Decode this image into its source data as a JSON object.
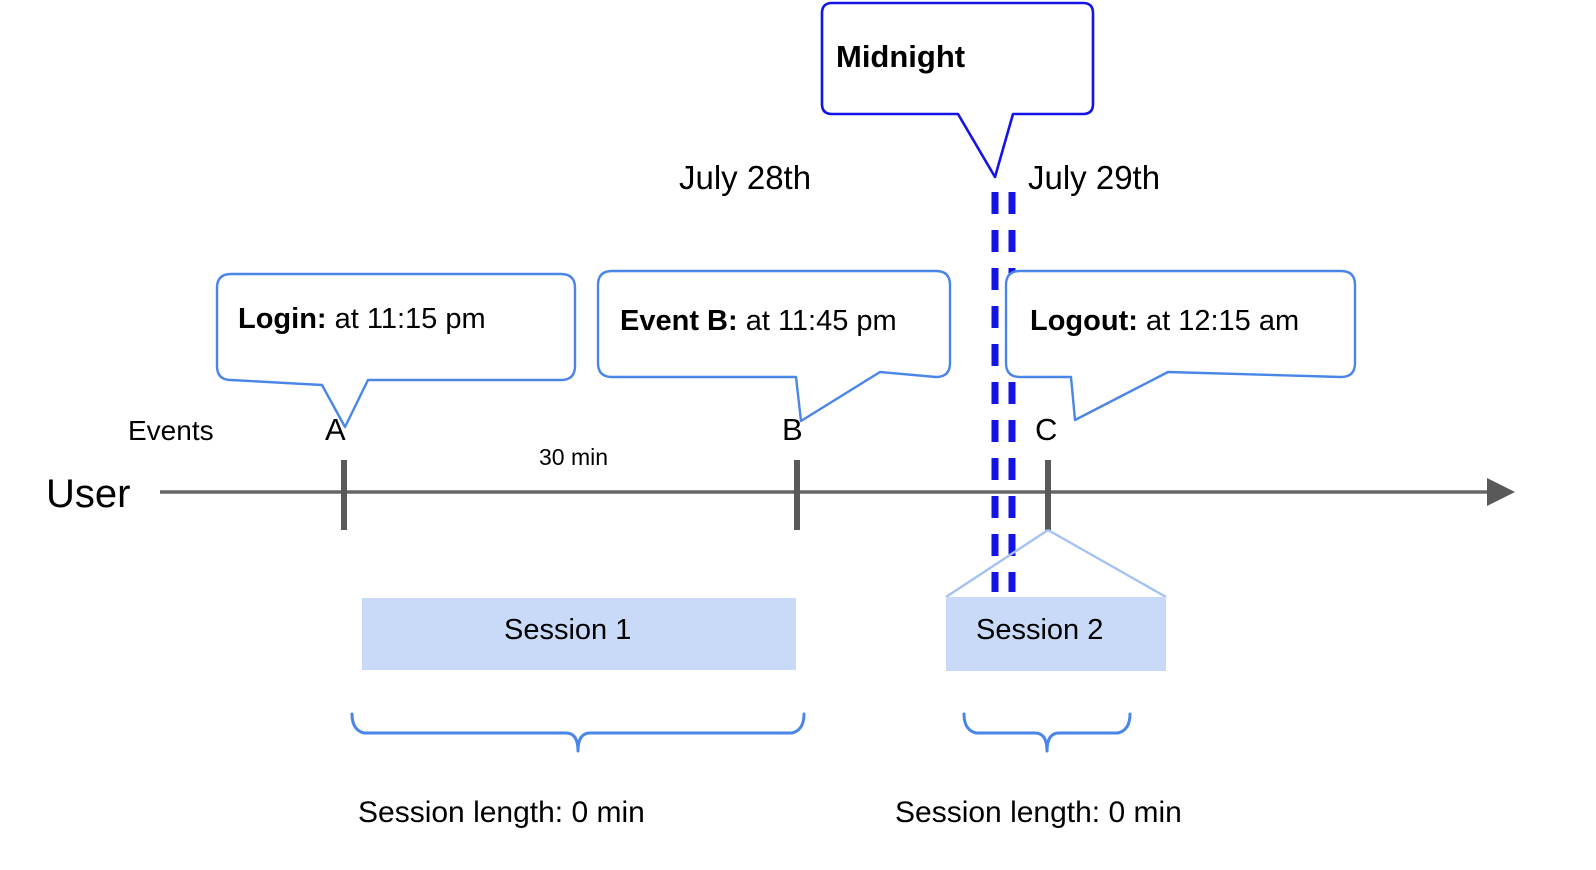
{
  "diagram": {
    "title_callout": {
      "label": "Midnight",
      "border_color": "#1414e6"
    },
    "day_labels": [
      {
        "name": "day-label-left",
        "text": "July 28th"
      },
      {
        "name": "day-label-right",
        "text": "July 29th"
      }
    ],
    "axis": {
      "row_label": "User",
      "events_label": "Events",
      "color": "#666666",
      "tick_color": "#595959",
      "arrow": "right-arrow"
    },
    "interval_label": "30 min",
    "event_markers": [
      {
        "id": "A",
        "label": "A"
      },
      {
        "id": "B",
        "label": "B"
      },
      {
        "id": "C",
        "label": "C"
      }
    ],
    "event_callouts": [
      {
        "name": "login-callout",
        "bold": "Login:",
        "rest": " at 11:15 pm"
      },
      {
        "name": "event-b-callout",
        "bold": "Event B:",
        "rest": " at 11:45 pm"
      },
      {
        "name": "logout-callout",
        "bold": "Logout:",
        "rest": " at 12:15 am"
      }
    ],
    "sessions": [
      {
        "name": "session-1",
        "label": "Session 1",
        "length_label": "Session length: 0 min"
      },
      {
        "name": "session-2",
        "label": "Session 2",
        "length_label": "Session length: 0 min"
      }
    ],
    "colors": {
      "callout_border": "#4a86e8",
      "midnight_border": "#1414e6",
      "midnight_dash": "#1414e6",
      "session_fill": "#c9daf8",
      "session_leader": "#a4c2f4",
      "brace": "#4a86e8",
      "axis": "#666666",
      "tick": "#595959",
      "text": "#000000"
    }
  }
}
